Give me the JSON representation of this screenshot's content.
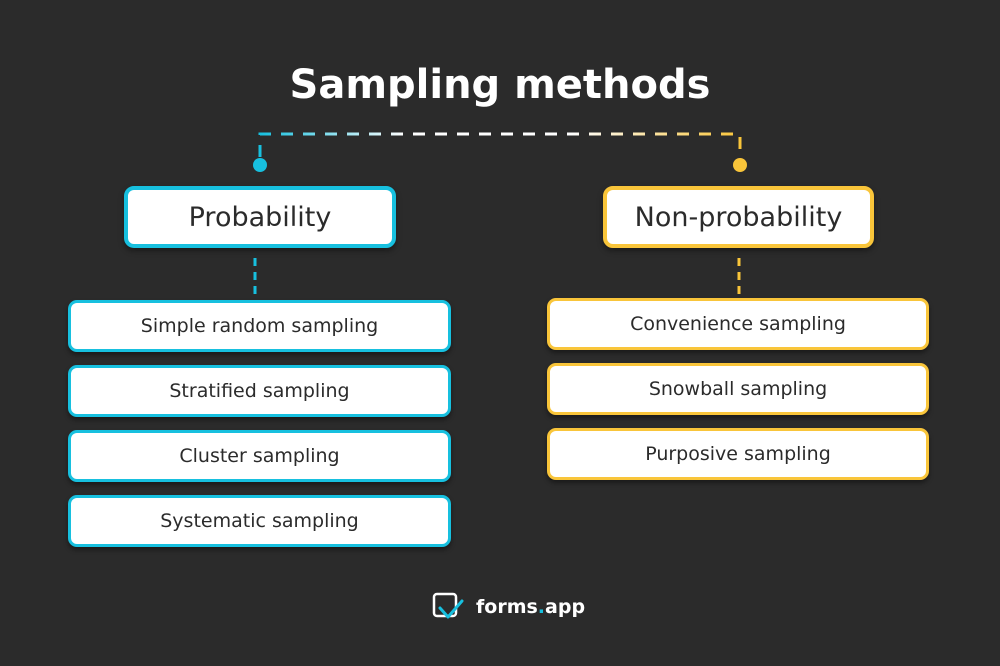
{
  "title": "Sampling methods",
  "colors": {
    "background": "#2b2b2b",
    "probability_accent": "#17c0df",
    "non_probability_accent": "#f9c53a",
    "box_fill": "#ffffff",
    "text": "#2b2b2b"
  },
  "branches": {
    "probability": {
      "label": "Probability",
      "items": [
        {
          "label": "Simple random sampling"
        },
        {
          "label": "Stratified sampling"
        },
        {
          "label": "Cluster sampling"
        },
        {
          "label": "Systematic sampling"
        }
      ]
    },
    "non_probability": {
      "label": "Non-probability",
      "items": [
        {
          "label": "Convenience sampling"
        },
        {
          "label": "Snowball sampling"
        },
        {
          "label": "Purposive sampling"
        }
      ]
    }
  },
  "brand": {
    "name_part1": "forms",
    "name_dot": ".",
    "name_part2": "app",
    "icon": "forms-app-logo-icon"
  }
}
